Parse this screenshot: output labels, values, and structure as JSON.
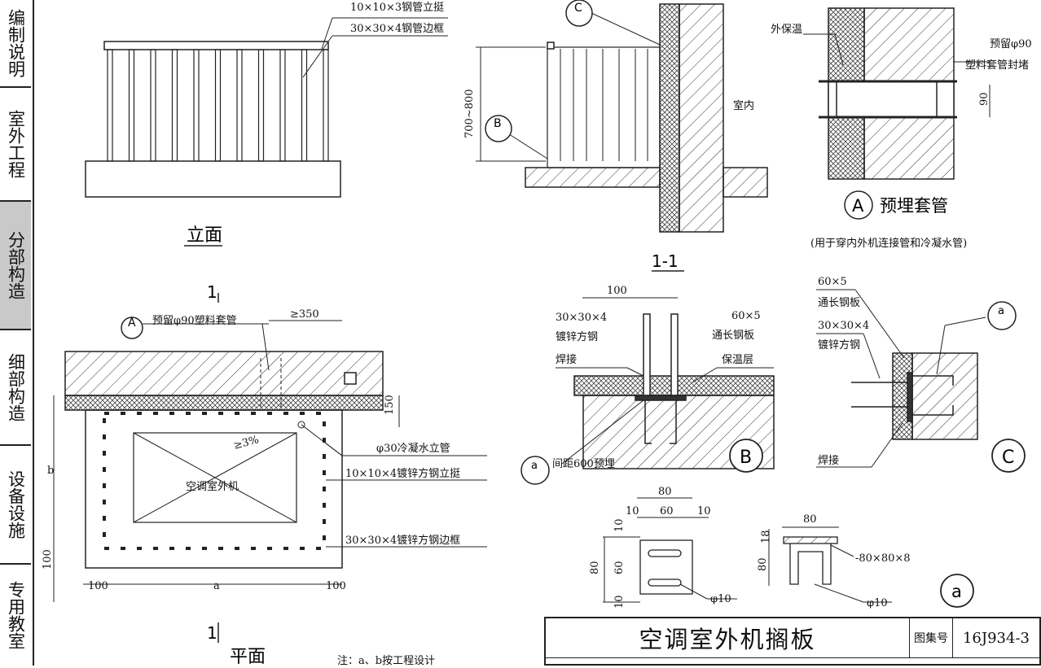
{
  "sidebar": {
    "items": [
      {
        "label": "编制说明",
        "active": false
      },
      {
        "label": "室外工程",
        "active": false
      },
      {
        "label": "分部构造",
        "active": true
      },
      {
        "label": "细部构造",
        "active": false
      },
      {
        "label": "设备设施",
        "active": false
      },
      {
        "label": "专用教室",
        "active": false
      }
    ]
  },
  "elevation": {
    "label_rail": "10×10×3钢管立挺",
    "label_frame": "30×30×4钢管边框",
    "title": "立面"
  },
  "plan": {
    "section_mark": "1",
    "callout_A": "A",
    "sleeve_label": "预留φ90塑料套管",
    "dim_350": "≥350",
    "dim_150": "150",
    "dim_b": "b",
    "dim_100_left": "100",
    "dim_100_right": "100",
    "dim_100_bottom": "100",
    "dim_a": "a",
    "slope": "≥3%",
    "unit_label": "空调室外机",
    "drain_label": "φ30冷凝水立管",
    "post_label": "10×10×4镀锌方钢立挺",
    "frame_label": "30×30×4镀锌方钢边框",
    "title": "平面",
    "note": "注：a、b按工程设计"
  },
  "section11": {
    "callout_C": "C",
    "callout_B": "B",
    "dim_height": "700~800",
    "indoor": "室内",
    "title": "1-1"
  },
  "detailA": {
    "insulation": "外保温",
    "sleeve1": "预留φ90",
    "sleeve2": "塑料套管封堵",
    "dim_90": "90",
    "circle": "A",
    "title": "预埋套管",
    "caption": "(用于穿内外机连接管和冷凝水管)"
  },
  "detailB": {
    "dim_100": "100",
    "tube1": "30×30×4",
    "tube2": "镀锌方钢",
    "weld": "焊接",
    "plate1": "60×5",
    "plate2": "通长钢板",
    "insul": "保温层",
    "callout_a": "a",
    "spacing": "间距600预埋",
    "circle": "B"
  },
  "detailC": {
    "plate1": "60×5",
    "plate2": "通长钢板",
    "tube1": "30×30×4",
    "tube2": "镀锌方钢",
    "callout_a": "a",
    "weld": "焊接",
    "circle": "C"
  },
  "detailSmall": {
    "d80top": "80",
    "d10a": "10",
    "d60": "60",
    "d10b": "10",
    "v10a": "10",
    "v80": "80",
    "v60": "60",
    "v10b": "10",
    "phi1": "φ10",
    "d80b": "80",
    "v18": "18",
    "v80b": "80",
    "plate": "-80×80×8",
    "phi2": "φ10",
    "circle": "a"
  },
  "titleblock": {
    "title": "空调室外机搁板",
    "label": "图集号",
    "code": "16J934-3"
  }
}
